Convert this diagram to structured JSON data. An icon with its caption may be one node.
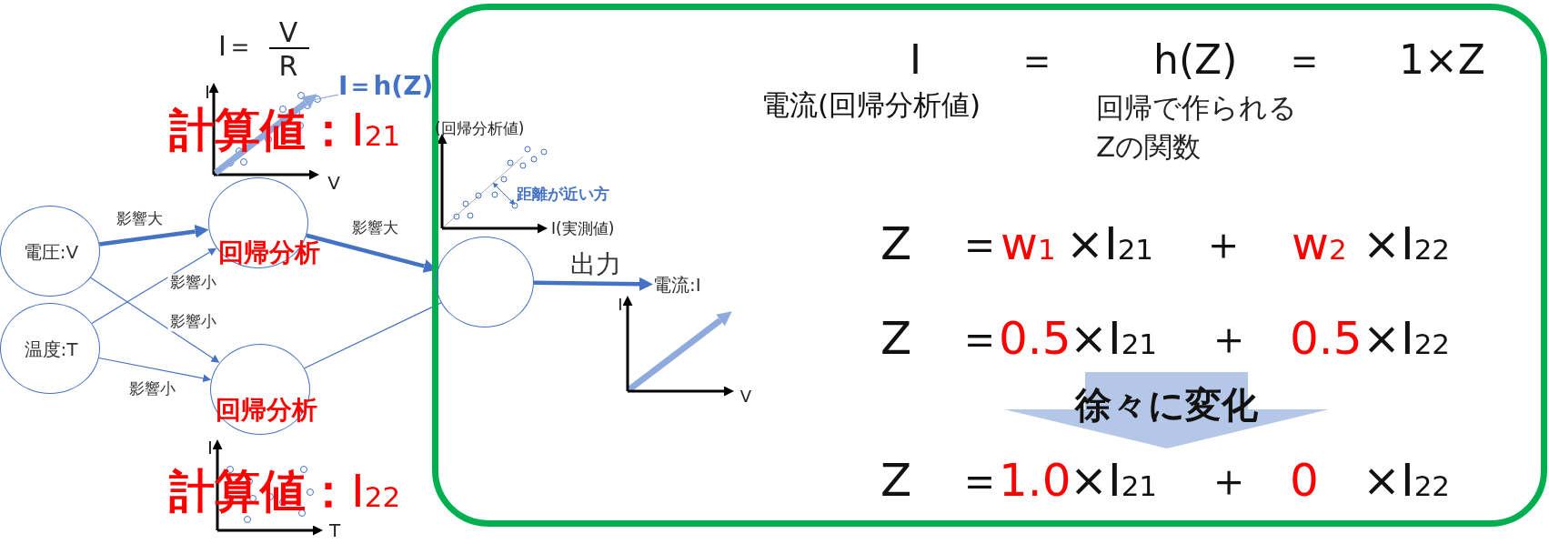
{
  "diagram": {
    "nodes": [
      {
        "text": [
          "電圧:V"
        ]
      },
      {
        "text": [
          "温度:T"
        ]
      },
      {
        "text": [
          "回帰分析"
        ]
      },
      {
        "text": [
          "回帰分析"
        ]
      },
      {
        "text": [
          "I",
          "＝",
          "h(Z)",
          "＝",
          "1×Z",
          "電流(回帰分析値)",
          "回帰で作られる Zの関数",
          "Z",
          "＝",
          "w$_{1}$",
          "×I$_{21}$",
          "＋",
          "w$_{2}$",
          "×I$_{22}$",
          "Z",
          "＝",
          "0.5",
          "×I$_{21}$",
          "＋",
          "0.5",
          "×I$_{22}$",
          "Z",
          "＝",
          "1.0",
          "×I$_{21}$",
          "＋",
          "0",
          "×I$_{22}$"
        ]
      },
      {
        "text": [],
        "shape": "circle",
        "in": 4
      },
      {
        "text": [
          "徐々に変化"
        ],
        "in": 4
      },
      {
        "text": [
          "電流:I"
        ],
        "in": 4
      },
      {
        "text": [
          "I＝h(Z)"
        ]
      },
      {
        "text": [],
        "shape": "line"
      }
    ],
    "edges": [
      {
        "from": 0,
        "to": 2,
        "arrow": "to",
        "label": "影響大",
        "style": "thick"
      },
      {
        "from": 1,
        "to": 2,
        "arrow": "to",
        "label": "影響小"
      },
      {
        "from": 0,
        "to": 3,
        "arrow": "to",
        "label": "影響小"
      },
      {
        "from": 1,
        "to": 3,
        "arrow": "to",
        "label": "影響小"
      },
      {
        "from": 2,
        "to": 5,
        "arrow": "to",
        "label": "影響大",
        "style": "thick"
      },
      {
        "from": 3,
        "to": 5,
        "arrow": "none"
      },
      {
        "from": 5,
        "to": 7,
        "arrow": "to",
        "label": "出力",
        "style": "thick"
      },
      {
        "from": 8,
        "to": 9,
        "arrow": "none",
        "color": "#8faadc"
      }
    ],
    "labels": [
      "I＝",
      "V",
      "R",
      "I",
      "**計算値：**I$_{21}$",
      "V",
      "(回帰分析値)",
      "距離が近い方",
      "I(実測値)",
      "I",
      "V",
      "I",
      "**計算値：**I$_{22}$",
      "T"
    ]
  }
}
